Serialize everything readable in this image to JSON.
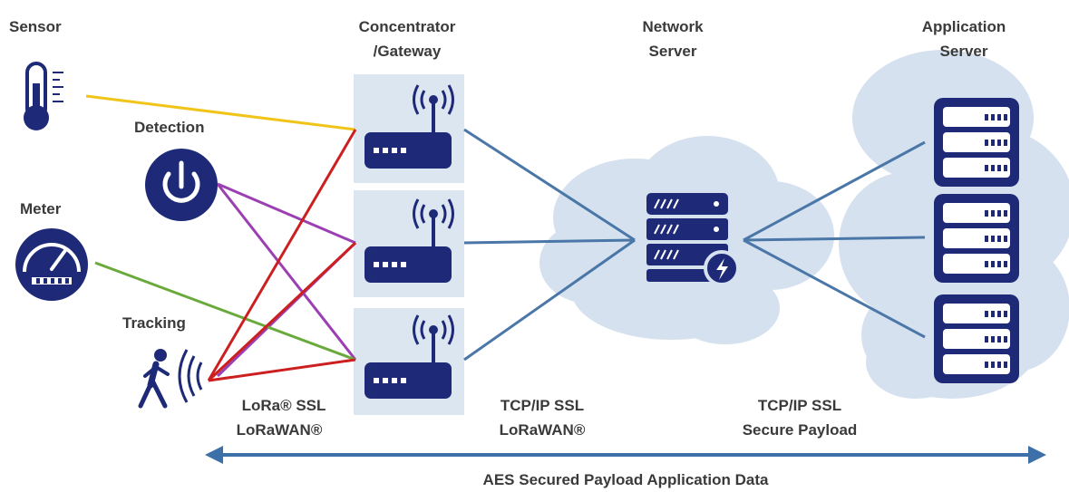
{
  "headers": {
    "sensor": "Sensor",
    "gateway_line1": "Concentrator",
    "gateway_line2": "/Gateway",
    "network_line1": "Network",
    "network_line2": "Server",
    "app_line1": "Application",
    "app_line2": "Server"
  },
  "devices": {
    "detection": "Detection",
    "meter": "Meter",
    "tracking": "Tracking"
  },
  "protocols": {
    "lora_line1": "LoRa® SSL",
    "lora_line2": "LoRaWAN®",
    "tcp1_line1": "TCP/IP SSL",
    "tcp1_line2": "LoRaWAN®",
    "tcp2_line1": "TCP/IP SSL",
    "tcp2_line2": "Secure Payload"
  },
  "footer": {
    "aes": "AES Secured Payload Application Data"
  },
  "colors": {
    "navy": "#1e2a78",
    "gateway_box": "#dbe6f1",
    "cloud": "#d5e1ef",
    "link_blue": "#4a77a8",
    "sensor_line": "#f0c419",
    "detection_line": "#9b3fb3",
    "meter_line": "#6aaa3a",
    "tracking_line": "#cc1f1f",
    "arrow": "#3d70a8",
    "text": "#3a3a3a"
  }
}
